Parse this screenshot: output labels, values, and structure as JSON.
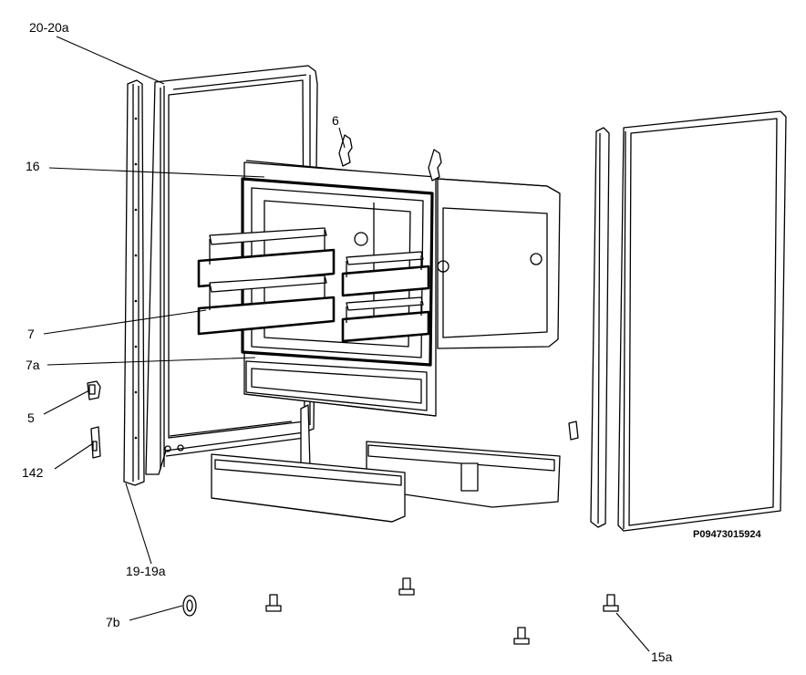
{
  "diagram": {
    "drawing_code": "P09473015924",
    "callouts": [
      {
        "id": "20-20a",
        "text": "20-20a"
      },
      {
        "id": "6",
        "text": "6"
      },
      {
        "id": "16",
        "text": "16"
      },
      {
        "id": "7",
        "text": "7"
      },
      {
        "id": "7a",
        "text": "7a"
      },
      {
        "id": "5",
        "text": "5"
      },
      {
        "id": "142",
        "text": "142"
      },
      {
        "id": "19-19a",
        "text": "19-19a"
      },
      {
        "id": "7b",
        "text": "7b"
      },
      {
        "id": "15a",
        "text": "15a"
      }
    ],
    "parts": [
      "left-side-panel",
      "left-rear-frame",
      "oven-cavity",
      "oven-seal",
      "hanging-brackets",
      "shelf-runners",
      "bottom-panels",
      "right-side-strip",
      "right-side-panel",
      "feet",
      "clips"
    ]
  }
}
